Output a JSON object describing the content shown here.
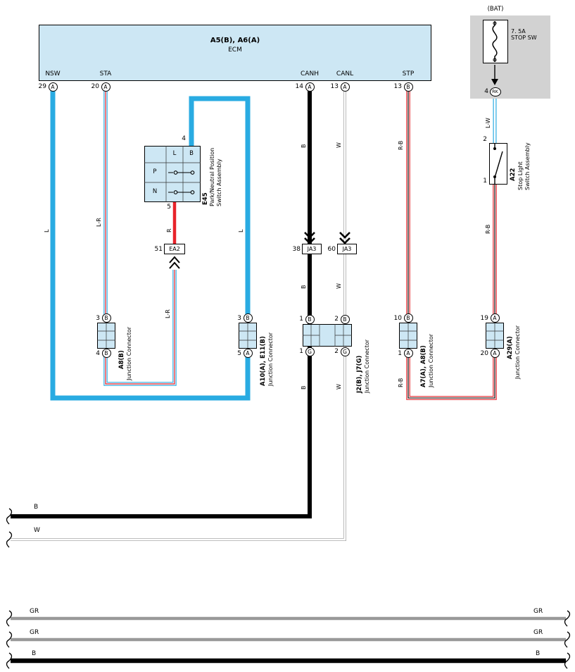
{
  "colors": {
    "blue": "#29abe2",
    "red": "#e8232a",
    "black": "#000000",
    "gray": "#999999",
    "white_wire_edge": "#a8a8a8",
    "component_fill": "#cde7f4",
    "fuse_bg": "#d2d2d2"
  },
  "ecm": {
    "title": "A5(B), A6(A)",
    "subtitle": "ECM",
    "pins": {
      "nsw": {
        "label": "NSW",
        "num": "29",
        "term": "A"
      },
      "sta": {
        "label": "STA",
        "num": "20",
        "term": "A"
      },
      "canh": {
        "label": "CANH",
        "num": "14",
        "term": "A"
      },
      "canl": {
        "label": "CANL",
        "num": "13",
        "term": "A"
      },
      "stp": {
        "label": "STP",
        "num": "13",
        "term": "B"
      }
    }
  },
  "fuse": {
    "bat": "(BAT)",
    "rating": "7. 5A",
    "name": "STOP SW",
    "pin_num": "4",
    "pin_term": "RK"
  },
  "a22": {
    "pin_top": "2",
    "pin_bottom": "1",
    "code": "A22",
    "name_line1": "Stop Light",
    "name_line2": "Switch Assembly"
  },
  "e45": {
    "pin_top": "4",
    "pin_bottom": "5",
    "cells": {
      "l": "L",
      "b": "B",
      "p": "P",
      "n": "N"
    },
    "code": "E45",
    "name_line1": "Park/Neutral Position",
    "name_line2": "Switch Assembly"
  },
  "ea2": {
    "num": "51",
    "label": "EA2"
  },
  "ja3_left": {
    "num": "38",
    "label": "JA3"
  },
  "ja3_right": {
    "num": "60",
    "label": "JA3"
  },
  "junctions": {
    "a8": {
      "code": "A8(B)",
      "name": "Junction Connector",
      "top_num": "3",
      "top_term": "B",
      "bottom_num": "4",
      "bottom_term": "B"
    },
    "a10": {
      "code": "A10(A), E11(B)",
      "name": "Junction Connector",
      "top_num": "3",
      "top_term": "B",
      "bottom_num": "5",
      "bottom_term": "A"
    },
    "j2": {
      "code": "J2(B), J7(G)",
      "name": "Junction Connector",
      "tl_num": "1",
      "tl_term": "B",
      "tr_num": "2",
      "tr_term": "B",
      "bl_num": "1",
      "bl_term": "G",
      "br_num": "2",
      "br_term": "G"
    },
    "a7": {
      "code": "A7(A), A8(B)",
      "name": "Junction Connector",
      "top_num": "10",
      "top_term": "B",
      "bottom_num": "1",
      "bottom_term": "A"
    },
    "a29": {
      "code": "A29(A)",
      "name": "Junction Connector",
      "top_num": "19",
      "top_term": "A",
      "bottom_num": "20",
      "bottom_term": "A"
    }
  },
  "wire_labels": {
    "nsw": "L",
    "sta": "L-R",
    "e45_out": "R",
    "e45_in": "L",
    "ea2_down": "L-R",
    "canh_a": "B",
    "canh_b": "B",
    "canh_c": "B",
    "canh_h": "B",
    "canl_a": "W",
    "canl_b": "W",
    "canl_c": "W",
    "canl_h": "W",
    "stp_a": "R-B",
    "stp_b": "R-B",
    "fuse_out": "L-W",
    "a22_out": "R-B",
    "gr1_left": "GR",
    "gr1_right": "GR",
    "gr2_left": "GR",
    "gr2_right": "GR",
    "b_left": "B",
    "b_right": "B"
  }
}
